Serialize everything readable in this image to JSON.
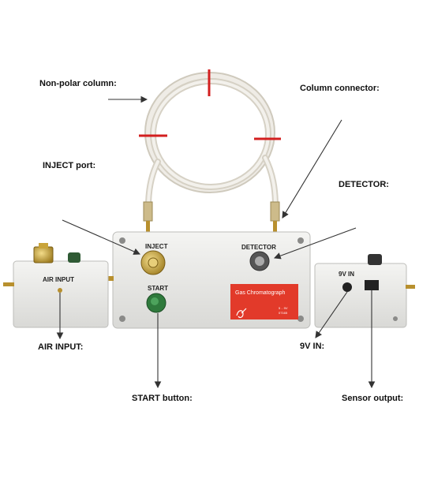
{
  "labels": {
    "non_polar_column": "Non-polar column:",
    "column_connector": "Column connector:",
    "inject_port": "INJECT port:",
    "detector": "DETECTOR:",
    "air_input": "AIR INPUT:",
    "nine_v_in": "9V IN:",
    "start_button": "START button:",
    "sensor_output": "Sensor output:"
  },
  "device_text": {
    "inject": "INJECT",
    "detector": "DETECTOR",
    "start": "START",
    "air_input": "AIR INPUT",
    "nine_v_in": "9V IN",
    "badge_title": "Gas Chromatograph",
    "badge_model": "5 .. 9V",
    "badge_code": "07165"
  },
  "colors": {
    "badge_red": "#e23a2a",
    "tube": "#e6e2da",
    "tape": "#d31f1f",
    "box": "#ececea",
    "brass": "#c9a43a",
    "start_green": "#2f7a3c"
  }
}
